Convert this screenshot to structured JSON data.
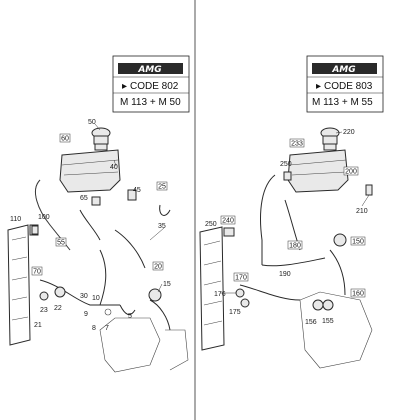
{
  "panels": [
    {
      "id": "left",
      "logo_text": "AMG",
      "code": "CODE 802",
      "engine": "M 113 + M 50",
      "callouts": [
        "50",
        "60",
        "40",
        "45",
        "25",
        "65",
        "110",
        "100",
        "35",
        "15",
        "55",
        "20",
        "70",
        "30",
        "10",
        "5",
        "9",
        "8",
        "7",
        "23",
        "22",
        "21"
      ]
    },
    {
      "id": "right",
      "logo_text": "AMG",
      "code": "CODE 803",
      "engine": "M 113 + M 55",
      "callouts": [
        "220",
        "233",
        "250",
        "200",
        "210",
        "250",
        "240",
        "190",
        "180",
        "170",
        "176",
        "175",
        "156",
        "155",
        "150",
        "160"
      ]
    }
  ]
}
